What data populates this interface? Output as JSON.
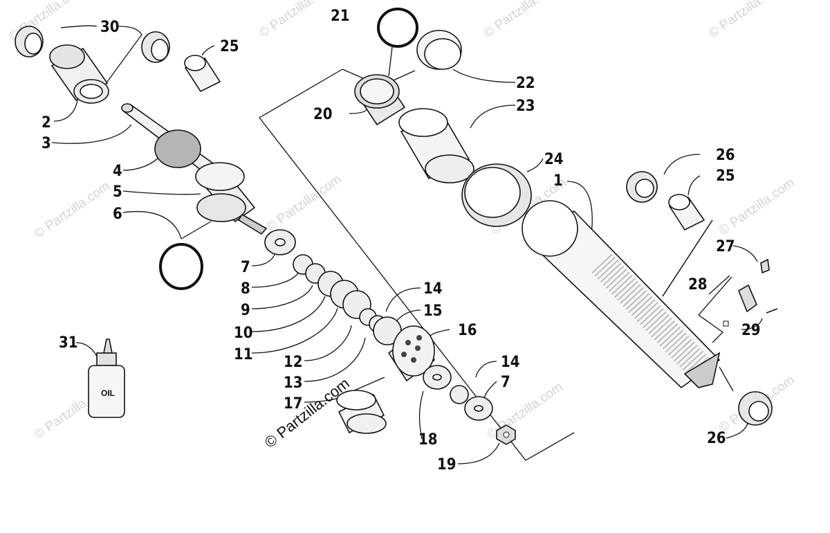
{
  "watermark": "© Partzilla.com",
  "copyright": "© Partzilla.com",
  "bottle_label": "OIL",
  "callouts": [
    "30",
    "25",
    "2",
    "3",
    "4",
    "5",
    "6",
    "7",
    "8",
    "9",
    "10",
    "11",
    "12",
    "13",
    "14",
    "15",
    "16",
    "14",
    "7",
    "17",
    "18",
    "19",
    "21",
    "22",
    "20",
    "23",
    "24",
    "1",
    "26",
    "25",
    "27",
    "28",
    "29",
    "26",
    "31"
  ]
}
